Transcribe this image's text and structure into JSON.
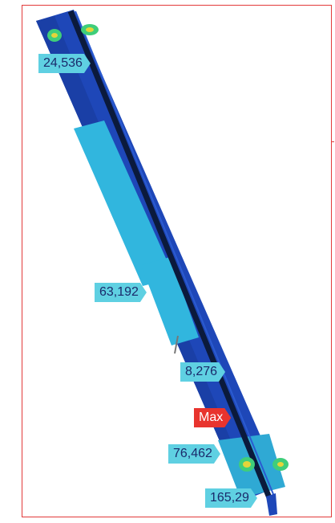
{
  "colors": {
    "frame": "#e23a3a",
    "beam_base": "#1e47b8",
    "beam_shade": "#173a9a",
    "web_edge": "#0b1a3c",
    "stress_low": "#1e47b8",
    "stress_mid": "#31b6de",
    "stress_hot": "#3fce7a",
    "stress_peak": "#e6d43a",
    "probe_bg": "#5fd0e2",
    "max_bg": "#e8342e"
  },
  "probes": [
    {
      "label": "24,536"
    },
    {
      "label": "63,192"
    },
    {
      "label": "8,276"
    },
    {
      "label": "Max"
    },
    {
      "label": "76,462"
    },
    {
      "label": "165,29"
    }
  ]
}
